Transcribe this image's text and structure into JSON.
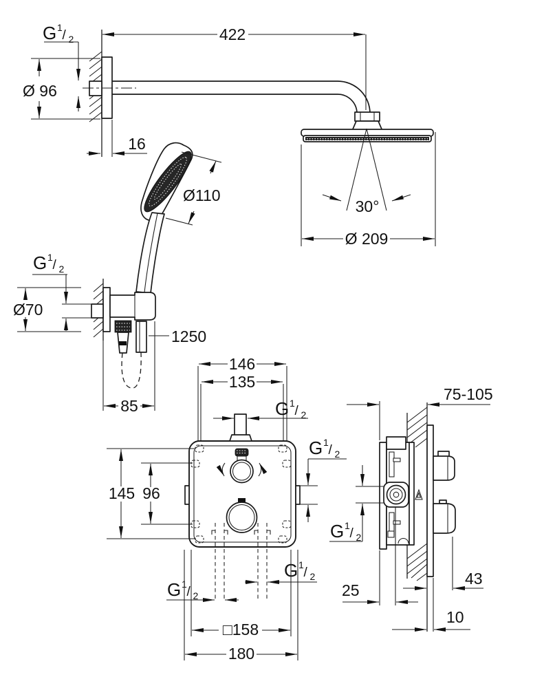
{
  "drawing": {
    "background": "#ffffff",
    "line_color": "#1a1a1a"
  },
  "thread": {
    "base": "G",
    "sup": "1",
    "slash": "/",
    "sub": "2"
  },
  "dims": {
    "arm_length": "422",
    "flange_diameter": "Ø 96",
    "flange_depth": "16",
    "head_diameter": "Ø 209",
    "spray_angle": "30°",
    "hand_shower_diameter": "Ø110",
    "holder_diameter": "Ø70",
    "hose_length": "1250",
    "holder_depth": "85",
    "box_width_outer": "146",
    "box_width_inner": "135",
    "box_height_outer": "145",
    "box_height_inner": "96",
    "plate_size": "□158",
    "overall_width": "180",
    "install_depth_range": "75-105",
    "center_depth": "25",
    "handle_projection": "43",
    "plate_thickness": "10"
  }
}
